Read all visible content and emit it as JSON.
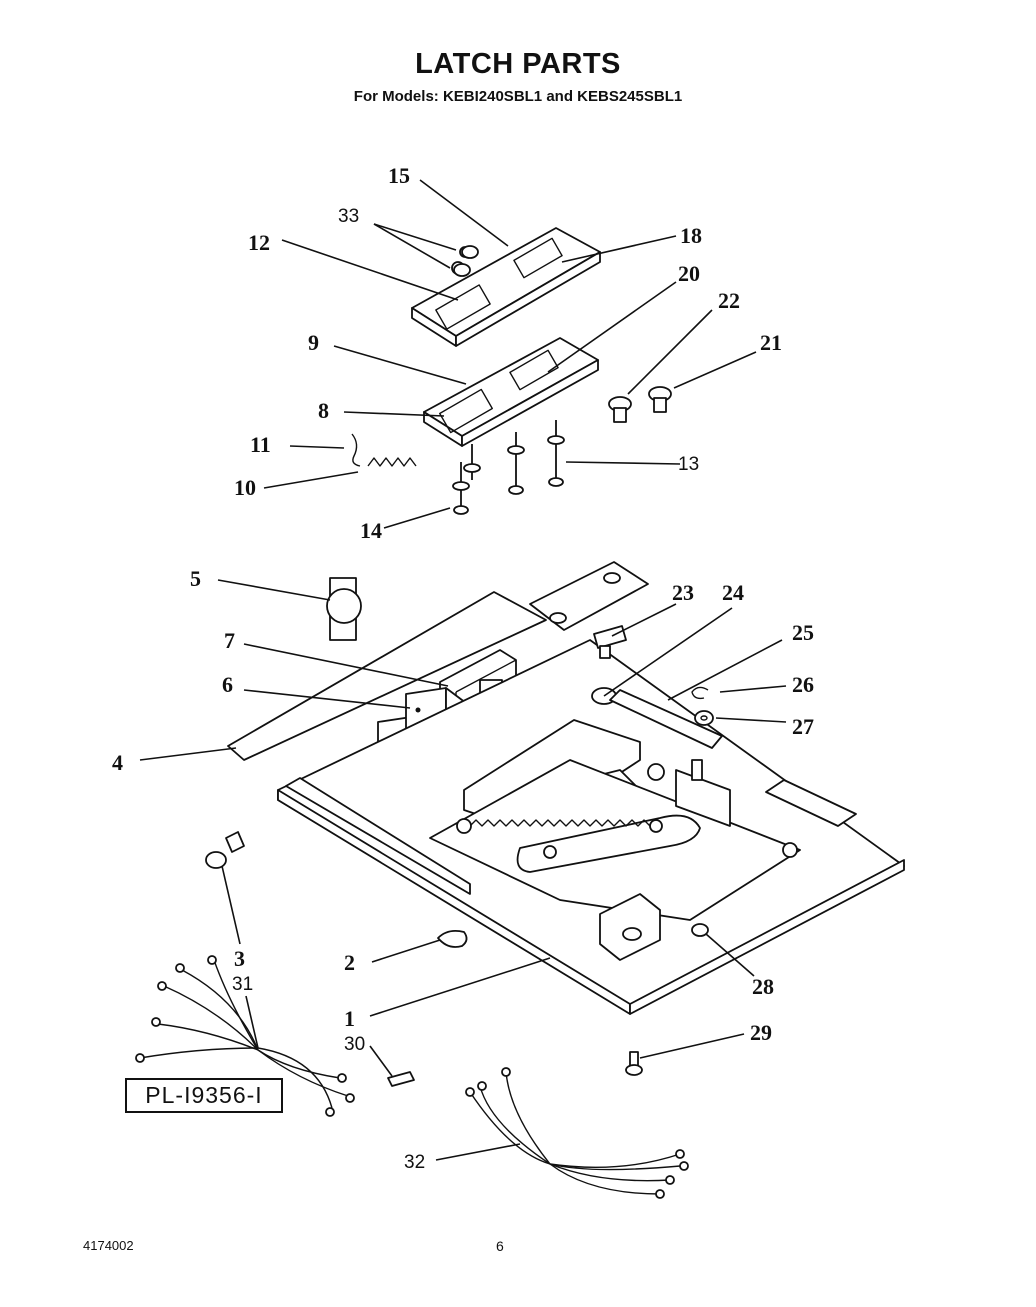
{
  "header": {
    "title": "LATCH PARTS",
    "subtitle": "For Models: KEBI240SBL1 and KEBS245SBL1"
  },
  "footer": {
    "document_number": "4174002",
    "page_number": "6"
  },
  "diagram_label": "PL-I9356-I",
  "callouts": {
    "c1": "1",
    "c2": "2",
    "c3": "3",
    "c4": "4",
    "c5": "5",
    "c6": "6",
    "c7": "7",
    "c8": "8",
    "c9": "9",
    "c10": "10",
    "c11": "11",
    "c12": "12",
    "c13": "13",
    "c14": "14",
    "c15": "15",
    "c18": "18",
    "c20": "20",
    "c21": "21",
    "c22": "22",
    "c23": "23",
    "c24": "24",
    "c25": "25",
    "c26": "26",
    "c27": "27",
    "c28": "28",
    "c29": "29",
    "c30": "30",
    "c31": "31",
    "c32": "32",
    "c33": "33"
  }
}
